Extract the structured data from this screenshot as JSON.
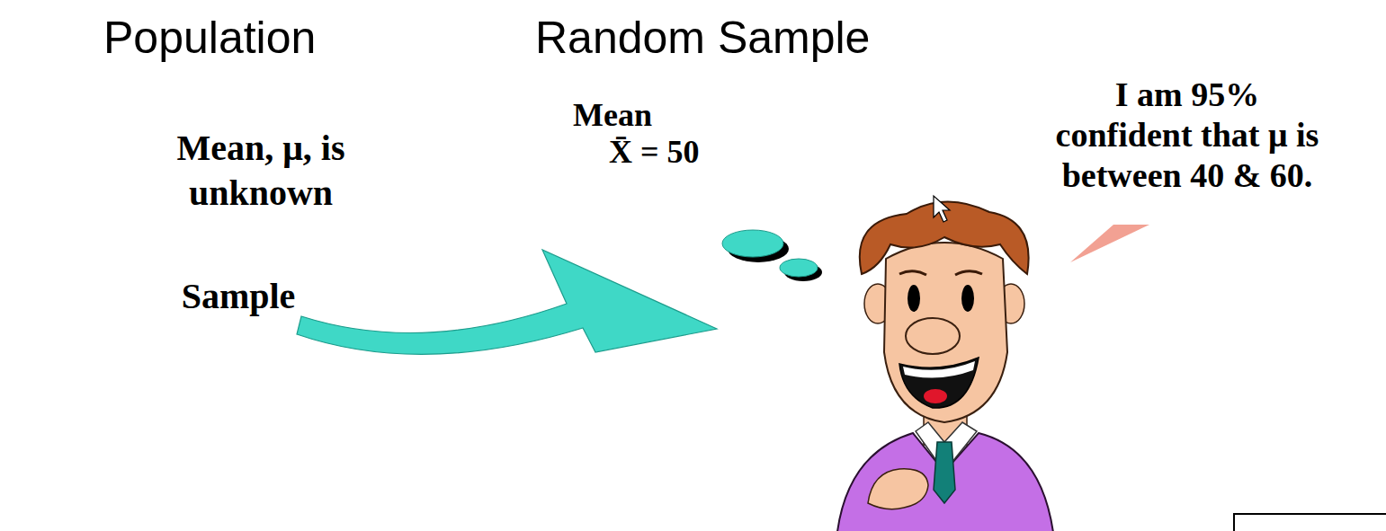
{
  "diagram": {
    "nodes": [
      {
        "text": [
          "Population"
        ]
      },
      {
        "text": [
          "Mean, μ, is unknown"
        ]
      },
      {
        "text": [
          "Sample"
        ],
        "in": 1
      },
      {
        "text": [
          "Random Sample"
        ]
      },
      {
        "text": [
          "Mean",
          "X̄ = 50"
        ]
      },
      {
        "text": [
          "I am 95% confident that μ is between 40 & 60."
        ]
      }
    ]
  }
}
